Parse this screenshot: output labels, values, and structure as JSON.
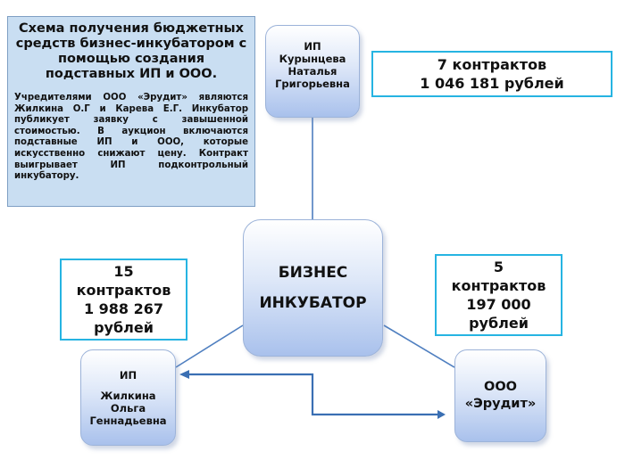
{
  "info": {
    "title": "Схема получения бюджетных средств бизнес-инкубатором с помощью создания подставных ИП и ООО.",
    "body": "Учредителями ООО «Эрудит» являются Жилкина О.Г и Карева Е.Г. Инкубатор публикует заявку с завышенной стоимостью. В аукцион включаются подставные ИП и ООО, которые искусственно снижают цену. Контракт выигрывает ИП подконтрольный инкубатору."
  },
  "node_top": {
    "line1": "ИП",
    "line2": "Курынцева",
    "line3": "Наталья",
    "line4": "Григорьевна"
  },
  "node_center": {
    "line1": "БИЗНЕС",
    "line2": "ИНКУБАТОР"
  },
  "node_left": {
    "line1": "ИП",
    "line2": "Жилкина",
    "line3": "Ольга",
    "line4": "Геннадьевна"
  },
  "node_right": {
    "line1": "ООО",
    "line2": "«Эрудит»"
  },
  "value_top": {
    "line1": "7 контрактов",
    "line2": "1 046 181 рублей"
  },
  "value_left": {
    "line1": "15",
    "line2": "контрактов",
    "line3": "1 988 267",
    "line4": "рублей"
  },
  "value_right": {
    "line1": "5",
    "line2": "контрактов",
    "line3": "197 000",
    "line4": "рублей"
  },
  "colors": {
    "connector": "#4f7fc0",
    "arrow": "#3a6fb3",
    "value_border": "#26b4e2",
    "panel_fill": "#c9def2"
  }
}
